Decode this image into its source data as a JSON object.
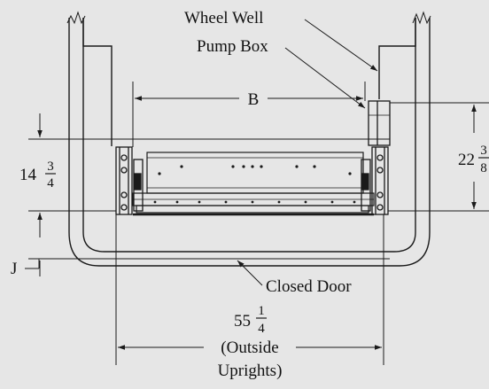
{
  "labels": {
    "wheel_well": "Wheel Well",
    "pump_box": "Pump Box",
    "closed_door": "Closed Door",
    "dim_b": "B",
    "dim_j": "J",
    "dim_14_whole": "14",
    "dim_14_num": "3",
    "dim_14_den": "4",
    "dim_22_whole": "22",
    "dim_22_num": "3",
    "dim_22_den": "8",
    "dim_55_whole": "55",
    "dim_55_num": "1",
    "dim_55_den": "4",
    "outside_line1": "(Outside",
    "outside_line2": "Uprights)"
  },
  "colors": {
    "background": "#e6e6e6",
    "line": "#1a1a1a"
  }
}
